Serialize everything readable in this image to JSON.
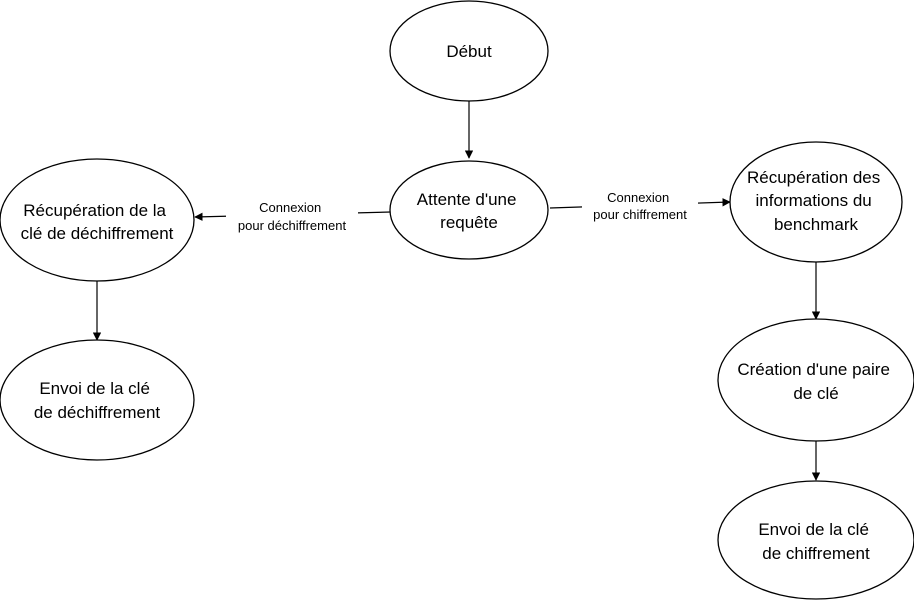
{
  "nodes": {
    "debut": {
      "lines": [
        "Début"
      ]
    },
    "attente": {
      "lines": [
        "Attente d'une",
        "requête"
      ]
    },
    "recup_cle_dechiffrement": {
      "lines": [
        "Récupération de la",
        "clé de déchiffrement"
      ]
    },
    "envoi_cle_dechiffrement": {
      "lines": [
        "Envoi de la clé",
        "de déchiffrement"
      ]
    },
    "recup_benchmark": {
      "lines": [
        "Récupération des",
        "informations du",
        "benchmark"
      ]
    },
    "creation_paire": {
      "lines": [
        "Création d'une paire",
        "de clé"
      ]
    },
    "envoi_cle_chiffrement": {
      "lines": [
        "Envoi de la clé",
        "de chiffrement"
      ]
    }
  },
  "edges": {
    "connexion_dechiffrement": {
      "lines": [
        "Connexion",
        "pour déchiffrement"
      ]
    },
    "connexion_chiffrement": {
      "lines": [
        "Connexion",
        "pour chiffrement"
      ]
    }
  }
}
